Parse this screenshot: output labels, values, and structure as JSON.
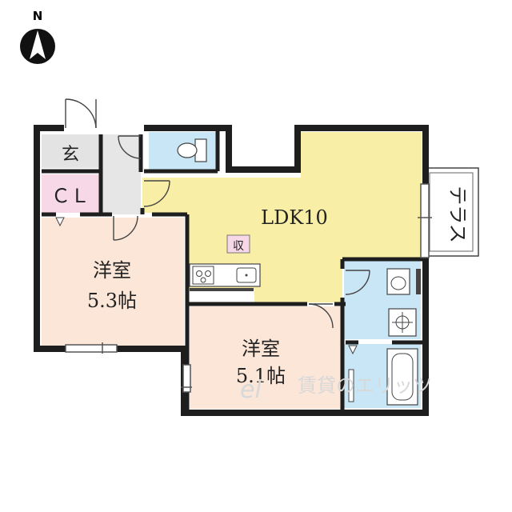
{
  "compass": {
    "letter": "N"
  },
  "rooms": {
    "entrance": {
      "label": "玄"
    },
    "closet": {
      "label": "ＣＬ"
    },
    "ldk": {
      "label": "LDK10"
    },
    "storage_tag": {
      "label": "収"
    },
    "terrace": {
      "label": "テラス"
    },
    "western1": {
      "line1": "洋室",
      "line2": "5.3帖"
    },
    "western2": {
      "line1": "洋室",
      "line2": "5.1帖"
    }
  },
  "watermark": {
    "text": "賃貸のエリッツ"
  },
  "colors": {
    "wall": "#1e1e1e",
    "ldk": "#f8eea6",
    "western": "#fbe6d8",
    "wet": "#c9e6f6",
    "closet": "#f7d8e6",
    "entrance": "#e3e3e3",
    "watermark": "#d8d8d8"
  }
}
